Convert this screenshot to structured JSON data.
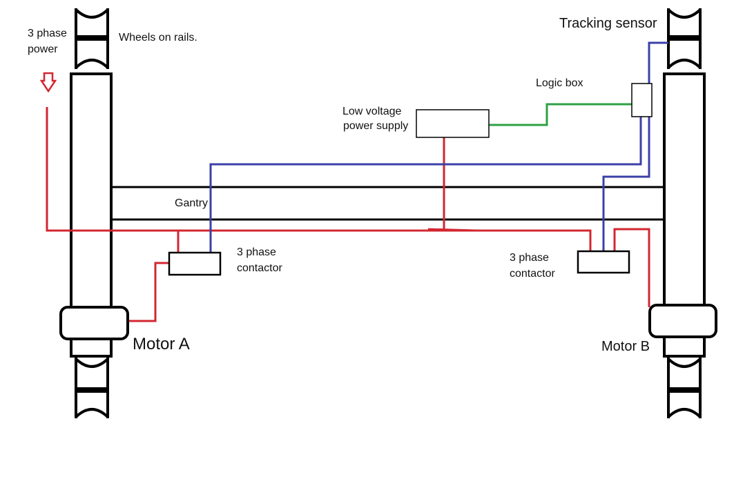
{
  "labels": {
    "power_line1": "3 phase",
    "power_line2": "power",
    "wheels": "Wheels on rails.",
    "tracking_sensor": "Tracking sensor",
    "logic_box": "Logic box",
    "lvps_line1": "Low voltage",
    "lvps_line2": "power supply",
    "gantry": "Gantry",
    "contactor_a_line1": "3 phase",
    "contactor_a_line2": "contactor",
    "contactor_b_line1": "3 phase",
    "contactor_b_line2": "contactor",
    "motor_a": "Motor A",
    "motor_b": "Motor B"
  },
  "colors": {
    "power_wire": "#d22630",
    "signal_wire": "#3b3fa8",
    "logic_wire": "#2ea043",
    "outline": "#000000"
  }
}
